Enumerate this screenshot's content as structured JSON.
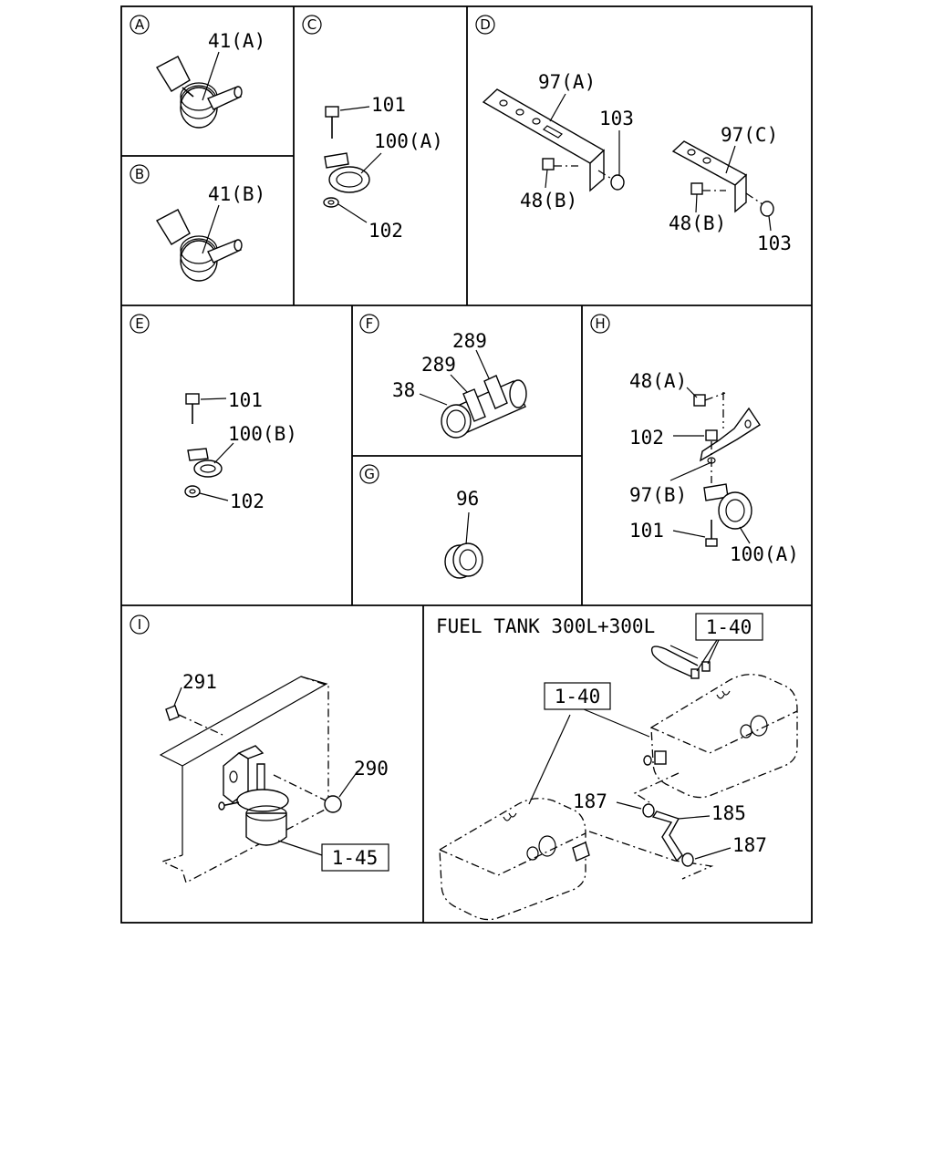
{
  "panels": {
    "A": {
      "letter": "A",
      "labels": [
        "41(A)"
      ]
    },
    "B": {
      "letter": "B",
      "labels": [
        "41(B)"
      ]
    },
    "C": {
      "letter": "C",
      "labels": [
        "101",
        "100(A)",
        "102"
      ]
    },
    "D": {
      "letter": "D",
      "labels": [
        "97(A)",
        "103",
        "48(B)",
        "97(C)",
        "48(B)",
        "103"
      ]
    },
    "E": {
      "letter": "E",
      "labels": [
        "101",
        "100(B)",
        "102"
      ]
    },
    "F": {
      "letter": "F",
      "labels": [
        "289",
        "289",
        "38"
      ]
    },
    "G": {
      "letter": "G",
      "labels": [
        "96"
      ]
    },
    "H": {
      "letter": "H",
      "labels": [
        "48(A)",
        "102",
        "97(B)",
        "101",
        "100(A)"
      ]
    },
    "I": {
      "letter": "I",
      "labels": [
        "291",
        "290"
      ],
      "ref_boxes": [
        "1-45"
      ]
    },
    "J": {
      "title": "FUEL TANK 300L+300L",
      "labels": [
        "187",
        "185",
        "187"
      ],
      "ref_boxes": [
        "1-40",
        "1-40"
      ]
    }
  }
}
